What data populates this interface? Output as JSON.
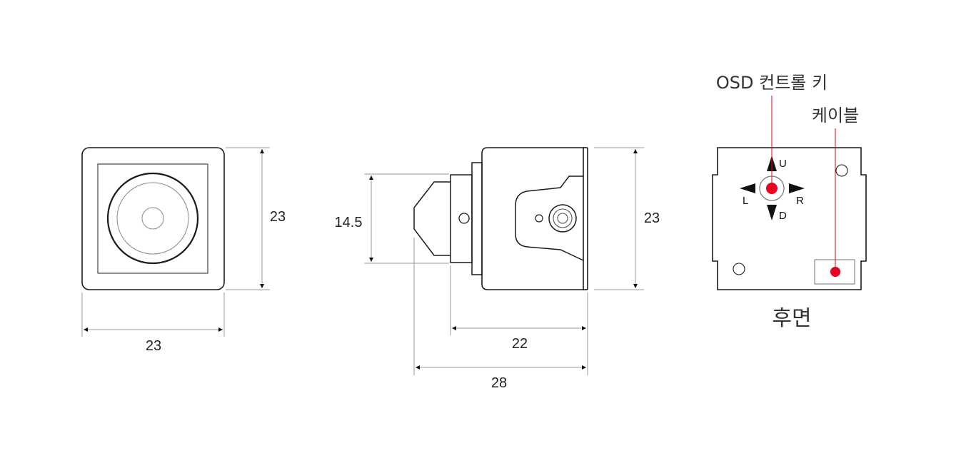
{
  "front_view": {
    "height_dim": "23",
    "width_dim": "23"
  },
  "side_view": {
    "lens_dim": "14.5",
    "height_dim": "23",
    "body_length_dim": "22",
    "total_length_dim": "28"
  },
  "rear_view": {
    "caption": "후면",
    "osd_label": "OSD 컨트롤 키",
    "cable_label": "케이블",
    "dir_up": "U",
    "dir_down": "D",
    "dir_left": "L",
    "dir_right": "R"
  },
  "colors": {
    "outline": "#1a1a1a",
    "dim_line": "#9a9a9a",
    "accent": "#e8001c"
  }
}
